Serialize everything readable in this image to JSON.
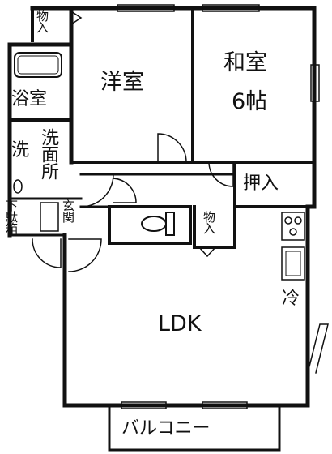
{
  "rooms": {
    "western": "洋室",
    "japanese": "和室",
    "japanese_size": "6帖",
    "bath": "浴室",
    "washroom": "洗面所",
    "laundry": "洗",
    "storage_top": "物入",
    "storage_mid": "物入",
    "closet": "押入",
    "ldk": "LDK",
    "fridge": "冷",
    "shoebox": "下駄箱",
    "entrance": "玄関",
    "balcony": "バルコニー"
  },
  "colors": {
    "wall": "#111111",
    "background": "#ffffff",
    "fixture": "#444444"
  }
}
